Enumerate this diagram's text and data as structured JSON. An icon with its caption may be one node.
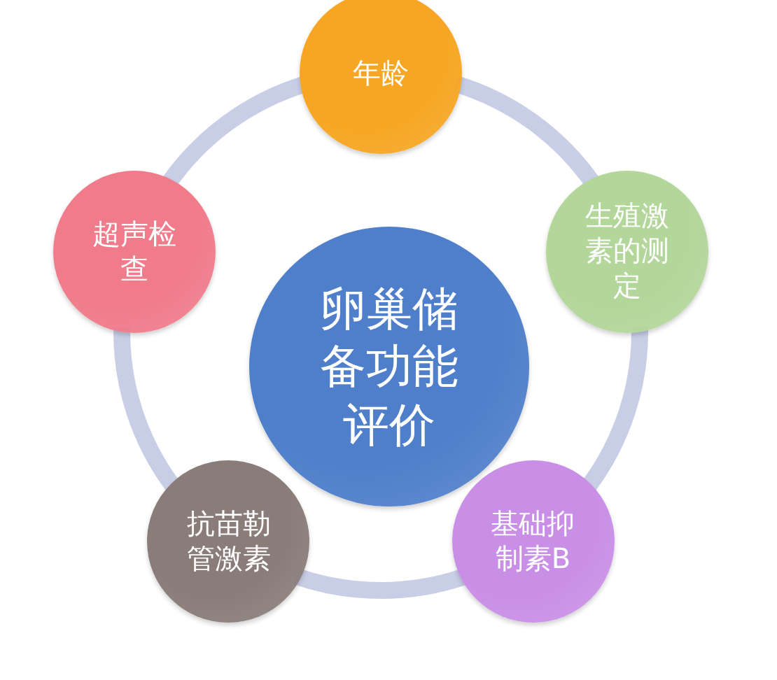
{
  "diagram": {
    "nodes": [
      {
        "text": [
          "卵巢储备功能评价"
        ]
      },
      {
        "text": [
          "年龄"
        ]
      },
      {
        "text": [
          "生殖激素的测定"
        ]
      },
      {
        "text": [
          "基础抑制素B"
        ]
      },
      {
        "text": [
          "抗苗勒管激素"
        ]
      },
      {
        "text": [
          "超声检查"
        ]
      }
    ],
    "edges": [
      {
        "from": 1,
        "to": 2,
        "arrow": "none"
      },
      {
        "from": 2,
        "to": 3,
        "arrow": "none"
      },
      {
        "from": 3,
        "to": 4,
        "arrow": "none"
      },
      {
        "from": 4,
        "to": 5,
        "arrow": "none"
      },
      {
        "from": 5,
        "to": 1,
        "arrow": "none"
      }
    ]
  }
}
